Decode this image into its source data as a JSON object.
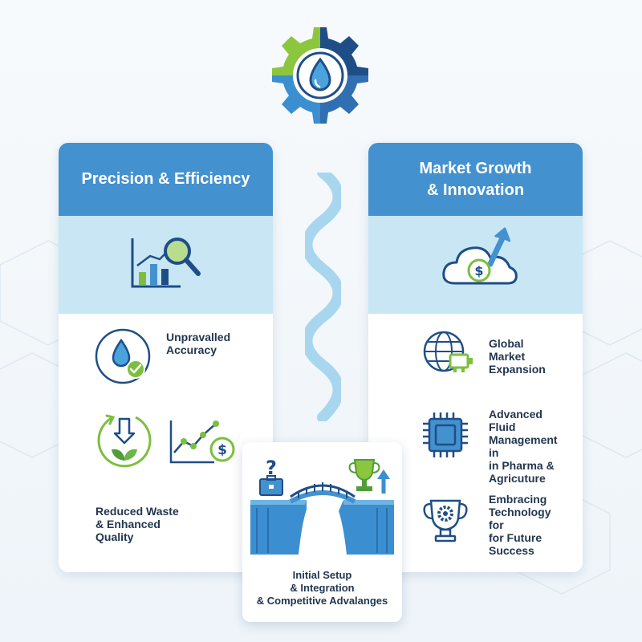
{
  "colors": {
    "primary_blue": "#4391cf",
    "dark_navy": "#1f4e87",
    "light_band": "#c9e6f5",
    "accent_green": "#7cbf3f",
    "wave_blue": "#a9d6ef"
  },
  "top": {
    "icon": "gear-droplet-icon"
  },
  "left_card": {
    "title": "Precision & Efficiency",
    "band_icon": "bar-chart-magnifier-icon",
    "features": [
      {
        "icon": "droplet-check-icon",
        "text": "Unpravalled\nAccuracy"
      },
      {
        "icon": "recycle-leaf-icon",
        "text": ""
      },
      {
        "icon": "trend-dollar-icon",
        "text": ""
      }
    ],
    "footer_text": "Reduced Waste\n& Enhanced\nQuality"
  },
  "right_card": {
    "title_line1": "Market Growth",
    "title_line2": "& Innovation",
    "band_icon": "cloud-dollar-arrow-icon",
    "features": [
      {
        "icon": "globe-pump-icon",
        "text": "Global Market\nExpansion"
      },
      {
        "icon": "chip-icon",
        "text": "Advanced Fluid\nManagement in\nin Pharma &\nAgricuture"
      },
      {
        "icon": "trophy-gear-icon",
        "text": "Embracing\nTechnology for\nfor Future\nSuccess"
      }
    ]
  },
  "bridge_card": {
    "icon": "bridge-trophy-icon",
    "text": "Initial Setup\n& Integration\n& Competitive Advalanges"
  }
}
